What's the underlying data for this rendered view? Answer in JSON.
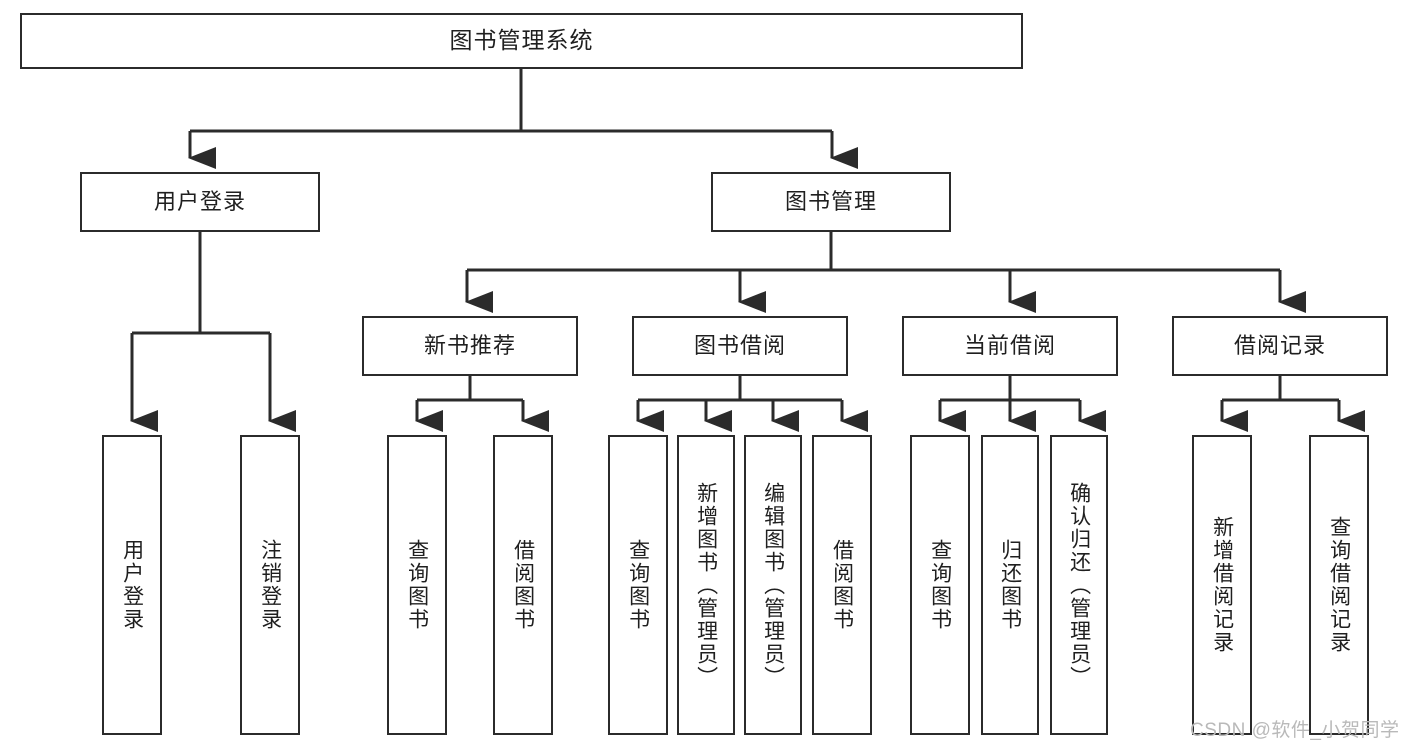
{
  "diagram": {
    "title": "图书管理系统",
    "type": "tree-hierarchy-chart",
    "root": {
      "label": "图书管理系统"
    },
    "level2": [
      {
        "label": "用户登录"
      },
      {
        "label": "图书管理"
      }
    ],
    "level3": [
      {
        "label": "新书推荐"
      },
      {
        "label": "图书借阅"
      },
      {
        "label": "当前借阅"
      },
      {
        "label": "借阅记录"
      }
    ],
    "leaves": {
      "user_login": [
        {
          "label": "用户登录"
        },
        {
          "label": "注销登录"
        }
      ],
      "new_book_recommend": [
        {
          "label": "查询图书"
        },
        {
          "label": "借阅图书"
        }
      ],
      "book_borrow": [
        {
          "label": "查询图书"
        },
        {
          "label": "新增图书（管理员）"
        },
        {
          "label": "编辑图书（管理员）"
        },
        {
          "label": "借阅图书"
        }
      ],
      "current_borrow": [
        {
          "label": "查询图书"
        },
        {
          "label": "归还图书"
        },
        {
          "label": "确认归还（管理员）"
        }
      ],
      "borrow_record": [
        {
          "label": "新增借阅记录"
        },
        {
          "label": "查询借阅记录"
        }
      ]
    }
  },
  "watermark": {
    "text": "CSDN @软件_小贺同学"
  },
  "colors": {
    "background": "#ffffff",
    "box_border": "#2b2b2b",
    "box_fill": "#ffffff",
    "text": "#1f1f1f",
    "connector": "#2b2b2b",
    "watermark": "#b9b9b9"
  }
}
